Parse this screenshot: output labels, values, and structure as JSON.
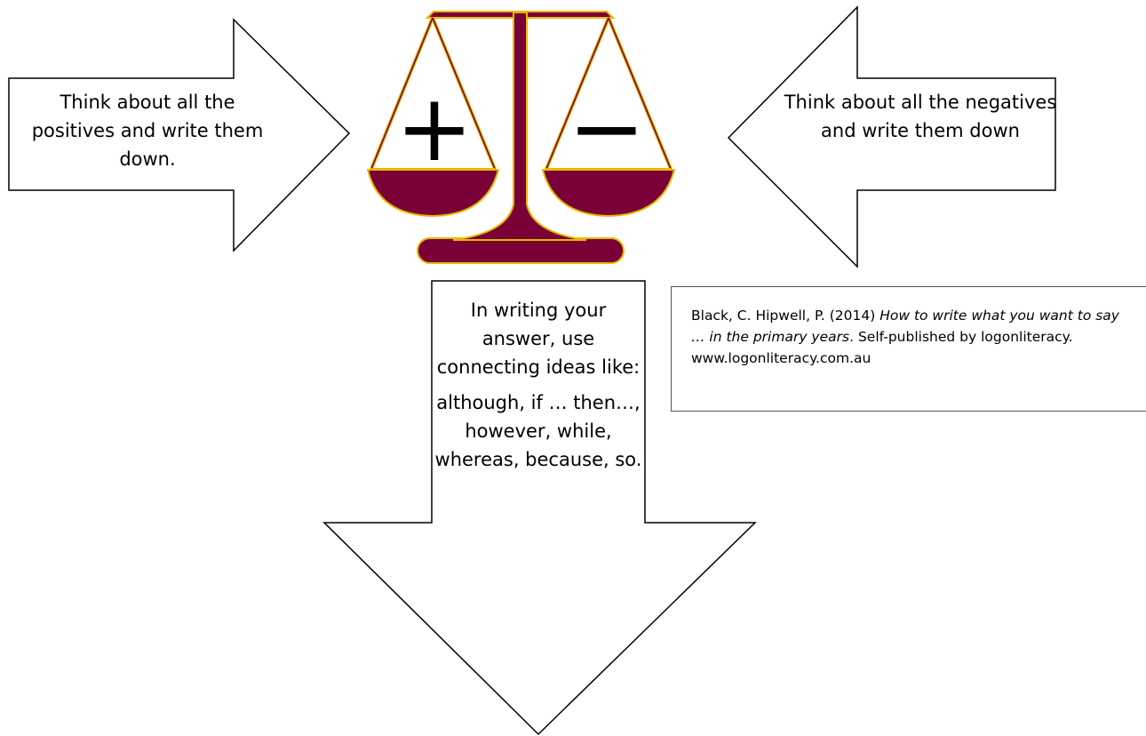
{
  "colors": {
    "scale_fill": "#7a0038",
    "scale_outline": "#e6b800",
    "arrow_stroke": "#000000",
    "box_border": "#555555"
  },
  "scale": {
    "plus_symbol": "+",
    "minus_symbol": "−"
  },
  "arrows": {
    "left": {
      "direction": "right",
      "text": "Think about all the positives and write them down."
    },
    "right": {
      "direction": "left",
      "text": "Think about all the negatives and write them down"
    },
    "down": {
      "direction": "down",
      "text_1": "In writing your answer, use connecting ideas like:",
      "text_2": "although, if … then…, however, while, whereas, because, so."
    }
  },
  "citation": {
    "authors": "Black, C. Hipwell, P. (2014) ",
    "title": "How to write what you want to say … in the primary years",
    "publisher": ". Self-published by logonliteracy.",
    "url": "www.logonliteracy.com.au"
  }
}
